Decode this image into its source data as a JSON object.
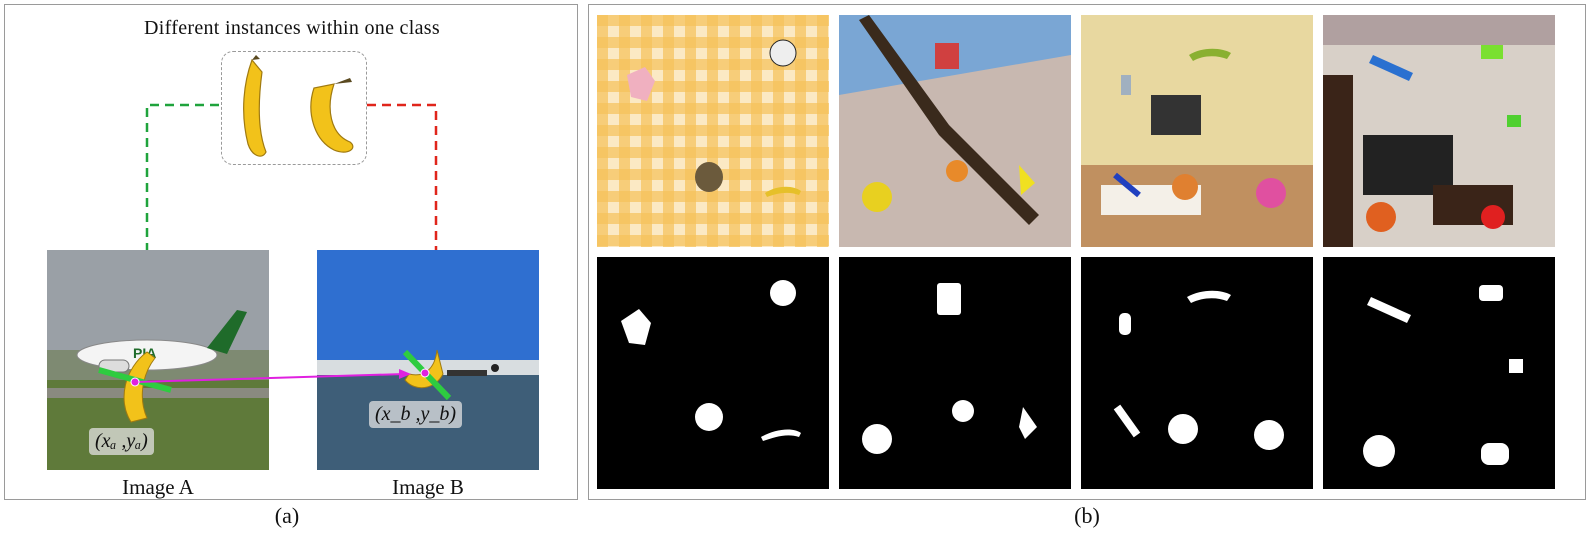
{
  "panel_a": {
    "title": "Different instances within one class",
    "image_a_label": "Image A",
    "image_b_label": "Image B",
    "coord_a": "(xₐ ,yₐ)",
    "coord_b": "(x_b ,y_b)",
    "caption": "(a)",
    "aircraft_text": "PIA"
  },
  "panel_b": {
    "caption": "(b)",
    "rows": [
      "composited scenes",
      "instance masks"
    ]
  },
  "colors": {
    "green_dashed": "#1fa33c",
    "red_dashed": "#e0251b",
    "magenta_arrow": "#e020e0"
  }
}
